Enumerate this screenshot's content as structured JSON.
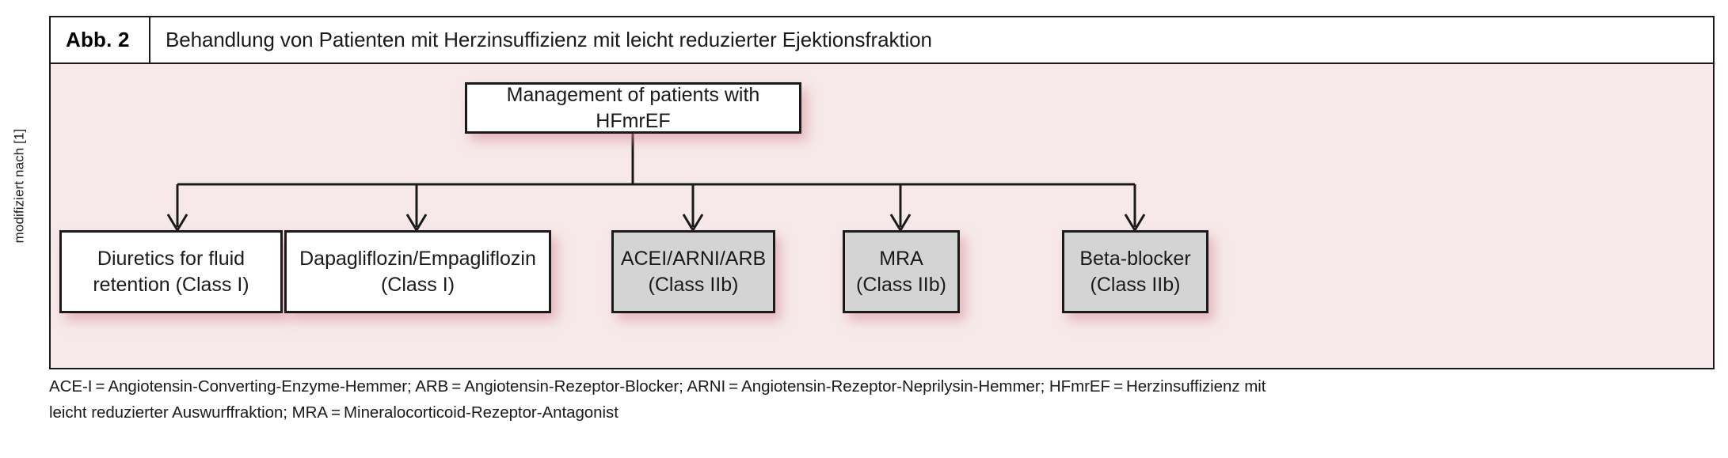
{
  "figure": {
    "number_label": "Abb. 2",
    "title": "Behandlung von Patienten mit Herzinsuffizienz mit leicht reduzierter Ejektionsfraktion",
    "side_credit": "modifiziert nach [1]"
  },
  "diagram": {
    "root": {
      "label": "Management of patients with HFmrEF",
      "style": "white"
    },
    "children": [
      {
        "label": "Diuretics for fluid retention (Class I)",
        "style": "white"
      },
      {
        "label": "Dapagliflozin/Empagliflozin (Class I)",
        "style": "white"
      },
      {
        "label": "ACEI/ARNI/ARB (Class IIb)",
        "style": "gray"
      },
      {
        "label": "MRA (Class IIb)",
        "style": "gray"
      },
      {
        "label": "Beta-blocker (Class IIb)",
        "style": "gray"
      }
    ]
  },
  "footnote": {
    "line1": "ACE-I = Angiotensin-Converting-Enzyme-Hemmer; ARB = Angiotensin-Rezeptor-Blocker; ARNI = Angiotensin-Rezeptor-Neprilysin-Hemmer; HFmrEF = Herzinsuffizienz mit",
    "line2": "leicht reduzierter Auswurffraktion; MRA = Mineralocorticoid-Rezeptor-Antagonist"
  },
  "colors": {
    "panel_background": "#f7e9e9",
    "node_gray_fill": "#d4d4d4",
    "node_white_fill": "#ffffff",
    "stroke": "#1a1a1a",
    "shadow": "#d68c98"
  }
}
